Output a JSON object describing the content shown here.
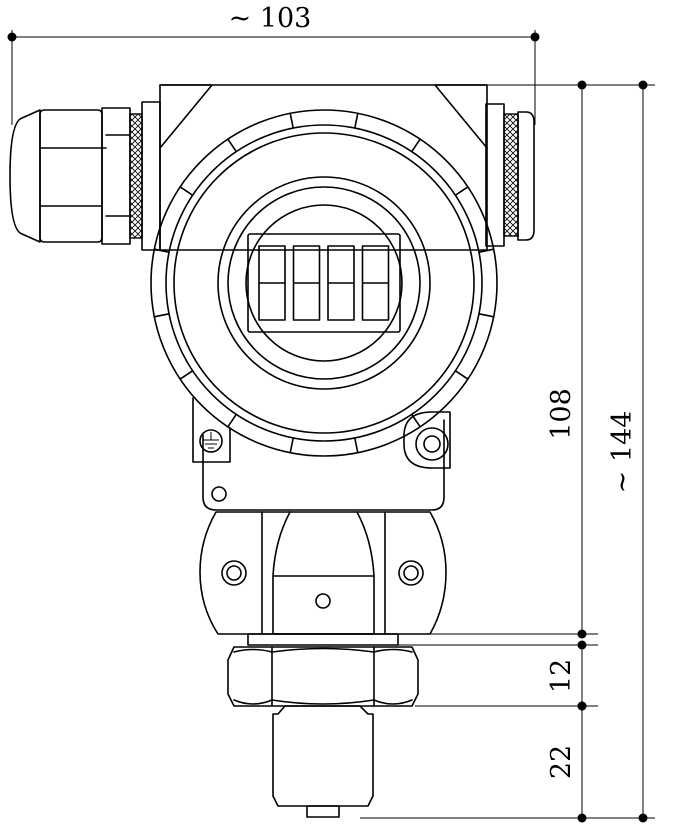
{
  "dimensions": {
    "width_total": "~ 103",
    "height_body": "108",
    "height_total": "~ 144",
    "height_nut": "12",
    "height_thread": "22"
  },
  "display": {
    "digit_count": 4
  },
  "icons": {
    "ground_symbol": "ground-icon"
  }
}
